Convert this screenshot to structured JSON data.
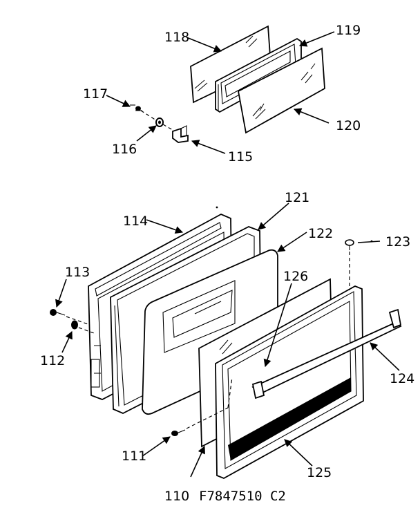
{
  "diagram": {
    "code": "F7847510 C2",
    "callouts": {
      "c110": "110",
      "c111": "111",
      "c112": "112",
      "c113": "113",
      "c114": "114",
      "c115": "115",
      "c116": "116",
      "c117": "117",
      "c118": "118",
      "c119": "119",
      "c120": "120",
      "c121": "121",
      "c122": "122",
      "c123": "123",
      "c124": "124",
      "c125": "125",
      "c126": "126"
    }
  }
}
